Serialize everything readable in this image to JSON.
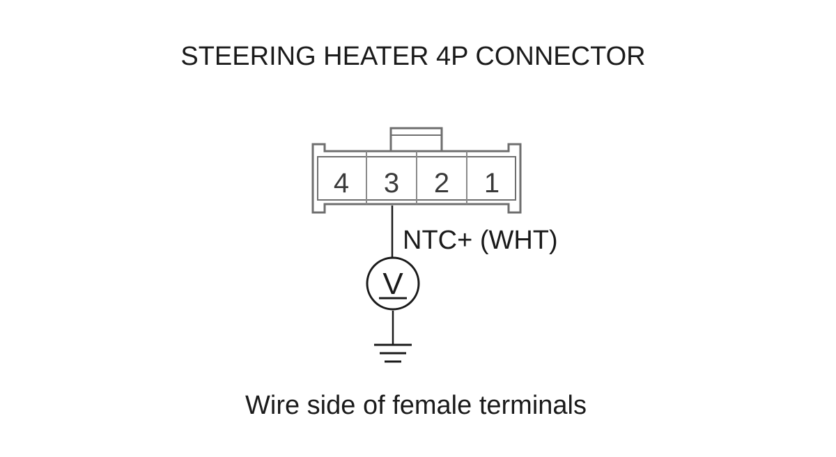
{
  "title": "STEERING HEATER 4P CONNECTOR",
  "connector": {
    "terminals": [
      "4",
      "3",
      "2",
      "1"
    ]
  },
  "probe": {
    "label": "NTC+ (WHT)",
    "meter_symbol": "V"
  },
  "caption": "Wire side of female terminals",
  "colors": {
    "line": "#1a1a1a",
    "connector_outline": "#6e6e6e",
    "terminal_text": "#3a3a3a"
  }
}
